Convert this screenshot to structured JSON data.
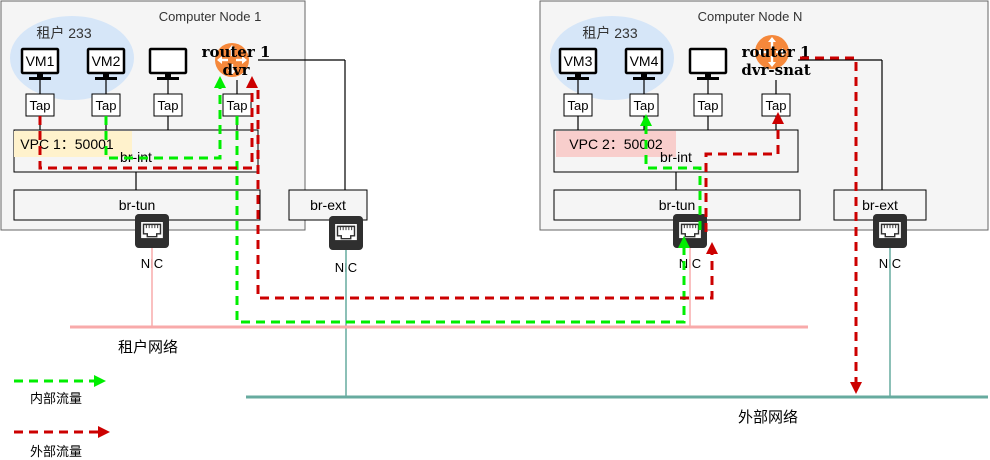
{
  "nodes": {
    "node1": {
      "title": "Computer Node 1",
      "tenant_label": "租户 233",
      "vms": [
        "VM1",
        "VM2"
      ],
      "taps": [
        "Tap",
        "Tap",
        "Tap",
        "Tap"
      ],
      "router": {
        "line1": "router 1",
        "line2": "dvr"
      },
      "vpc_label": "VPC 1：50001",
      "br_int": "br-int",
      "br_tun": "br-tun",
      "br_ext": "br-ext",
      "nic_tun": "NIC",
      "nic_ext": "NIC"
    },
    "nodeN": {
      "title": "Computer Node N",
      "tenant_label": "租户 233",
      "vms": [
        "VM3",
        "VM4"
      ],
      "taps": [
        "Tap",
        "Tap",
        "Tap",
        "Tap"
      ],
      "router": {
        "line1": "router 1",
        "line2": "dvr-snat"
      },
      "vpc_label": "VPC 2：50002",
      "br_int": "br-int",
      "br_tun": "br-tun",
      "br_ext": "br-ext",
      "nic_tun": "NIC",
      "nic_ext": "NIC"
    }
  },
  "networks": {
    "tenant": "租户网络",
    "external": "外部网络"
  },
  "legend": {
    "internal": "内部流量",
    "external": "外部流量"
  },
  "colors": {
    "internal_flow": "#00ee00",
    "external_flow": "#cc0000",
    "tenant_network": "#f8aaaa",
    "external_network": "#67ab9f",
    "router": "#f5883b",
    "tenant_bubble": "#d6e6f8",
    "vpc1_bg": "#fff2cc",
    "vpc2_bg": "#f8cecc",
    "node_bg": "#f5f5f5"
  }
}
